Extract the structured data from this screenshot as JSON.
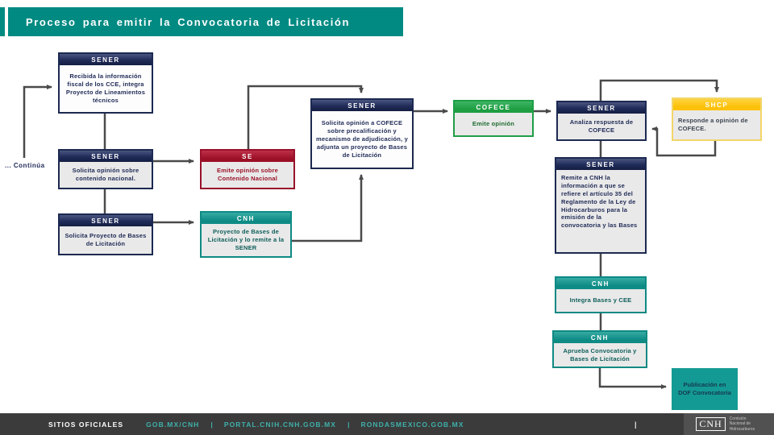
{
  "title": "Proceso para emitir la Convocatoria de Licitación",
  "continua_label": "... Continúa",
  "boxes": {
    "sener1": {
      "header": "SENER",
      "body": "Recibida la información fiscal de los CCE, integra Proyecto de Lineamientos técnicos"
    },
    "sener2": {
      "header": "SENER",
      "body": "Solicita opinión sobre contenido nacional."
    },
    "se": {
      "header": "SE",
      "body": "Emite opinión sobre Contenido Nacional"
    },
    "sener3": {
      "header": "SENER",
      "body": "Solicita Proyecto de Bases de Licitación"
    },
    "cnh_proyecto": {
      "header": "CNH",
      "body": "Proyecto de Bases de Licitación y lo remite a la SENER"
    },
    "sener_cofece": {
      "header": "SENER",
      "body": "Solicita opinión a COFECE sobre precalificación y mecanismo de adjudicación, y adjunta un proyecto de Bases de Licitación"
    },
    "cofece": {
      "header": "COFECE",
      "body": "Emite opinión"
    },
    "sener_analiza": {
      "header": "SENER",
      "body": "Analiza respuesta de COFECE"
    },
    "shcp": {
      "header": "SHCP",
      "body": "Responde a opinión de COFECE."
    },
    "sener_remite": {
      "header": "SENER",
      "body": "Remite a CNH la información a que se refiere el artículo 35 del Reglamento de la Ley de Hidrocarburos para la emisión de la convocatoria y las Bases"
    },
    "cnh_integra": {
      "header": "CNH",
      "body": "Integra Bases y CEE"
    },
    "cnh_aprueba": {
      "header": "CNH",
      "body": "Aprueba Convocatoria y Bases de Licitación"
    },
    "publicacion": {
      "body": "Publicación en DOF Convocatoria"
    }
  },
  "footer": {
    "label": "SITIOS OFICIALES",
    "links": [
      "GOB.MX/CNH",
      "PORTAL.CNIH.CNH.GOB.MX",
      "RONDASMEXICO.GOB.MX"
    ],
    "separator": "|",
    "right_separator": "|",
    "logo": {
      "acronym": "CNH",
      "caption": "Comisión Nacional de Hidrocarburos"
    }
  },
  "colors": {
    "title_teal": "#008A82",
    "sener_navy": "#1F2A56",
    "se_red": "#9B0F27",
    "cnh_teal": "#0F8B85",
    "cofece_green": "#1F9E42",
    "shcp_yellow": "#FCC108",
    "publicacion_teal": "#149A94",
    "footer_bg": "#3B3B3B",
    "footer_link": "#3FB0AA",
    "connector": "#4A4A4A"
  }
}
